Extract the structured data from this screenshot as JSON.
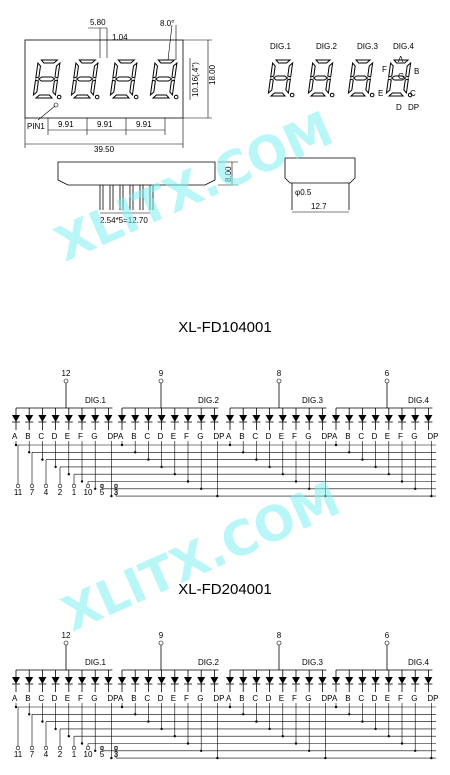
{
  "drawing": {
    "dims": {
      "dig_width": "5.80",
      "seg_gap": "1.04",
      "slant": "8.0°",
      "char_height": "10.16(.4\")",
      "body_height": "18.00",
      "pitch": "9.91",
      "overall_width": "39.50",
      "depth": "8.00",
      "pin_pitch": "2.54*5=12.70",
      "pin_dia": "φ0.5",
      "pin_span": "12.7",
      "pin1": "PIN1"
    },
    "digit_labels": [
      "DIG.1",
      "DIG.2",
      "DIG.3",
      "DIG.4"
    ],
    "segment_labels": {
      "A": "A",
      "B": "B",
      "C": "C",
      "D": "D",
      "E": "E",
      "F": "F",
      "G": "G",
      "DP": "DP"
    }
  },
  "watermark": "XLITX.COM",
  "schematics": [
    {
      "title": "XL-FD104001",
      "common_pins": [
        "12",
        "9",
        "8",
        "6"
      ],
      "digits": [
        "DIG.1",
        "DIG.2",
        "DIG.3",
        "DIG.4"
      ],
      "segments": [
        "A",
        "B",
        "C",
        "D",
        "E",
        "F",
        "G",
        "DP"
      ],
      "segment_pins": [
        "11",
        "7",
        "4",
        "2",
        "1",
        "10",
        "5",
        "3"
      ]
    },
    {
      "title": "XL-FD204001",
      "common_pins": [
        "12",
        "9",
        "8",
        "6"
      ],
      "digits": [
        "DIG.1",
        "DIG.2",
        "DIG.3",
        "DIG.4"
      ],
      "segments": [
        "A",
        "B",
        "C",
        "D",
        "E",
        "F",
        "G",
        "DP"
      ],
      "segment_pins": [
        "11",
        "7",
        "4",
        "2",
        "1",
        "10",
        "5",
        "3"
      ]
    }
  ]
}
